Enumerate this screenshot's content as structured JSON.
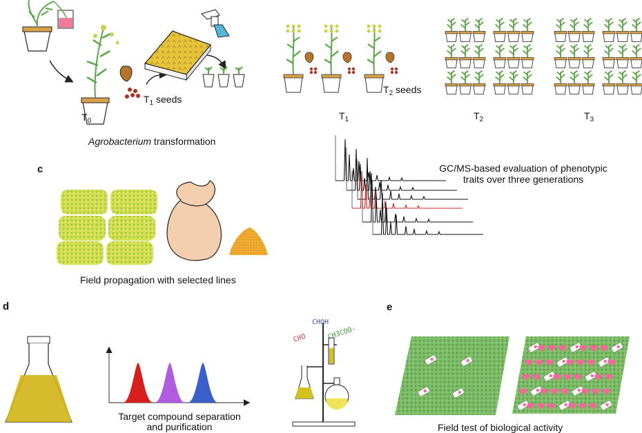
{
  "panel_c": {
    "letter": "c",
    "caption": "Field propagation with selected lines"
  },
  "panel_d": {
    "letter": "d",
    "caption_line1": "Target compound separation",
    "caption_line2": "and purification",
    "chem_labels": [
      "CHOH",
      "CHO",
      "CH3COO-"
    ]
  },
  "panel_e": {
    "letter": "e",
    "caption": "Field test of biological activity"
  },
  "top": {
    "transformation_word": "Agrobacterium",
    "transformation_rest": " transformation",
    "t0": "T",
    "t0_sub": "0",
    "t1_seeds_prefix": "T",
    "t1_seeds_sub": "1",
    "t1_seeds_suffix": " seeds",
    "t2_seeds_prefix": "T",
    "t2_seeds_sub": "2",
    "t2_seeds_suffix": " seeds",
    "gen_labels": [
      {
        "main": "T",
        "sub": "1"
      },
      {
        "main": "T",
        "sub": "2"
      },
      {
        "main": "T",
        "sub": "3"
      }
    ]
  },
  "gcms": {
    "line1": "GC/MS-based evaluation of phenotypic",
    "line2": "traits over three generations",
    "highlight_trace_color": "#d62020"
  },
  "colors": {
    "leaf": "#58a646",
    "flower": "#c9d24c",
    "pot_soil": "#d8a24a",
    "pot_pink": "#f07a9a",
    "seed": "#b03020",
    "field_yellow": "#c6d83a",
    "field_green": "#6fb04a",
    "bag": "#f3cfae",
    "grain": "#e8a227",
    "peak_red": "#d81f1f",
    "peak_purple": "#b05ce0",
    "peak_blue": "#3b5fc9",
    "flask_liquid": "#d2b51b",
    "field_grass": "#6fb05a",
    "marker_pink": "#f4689a"
  }
}
